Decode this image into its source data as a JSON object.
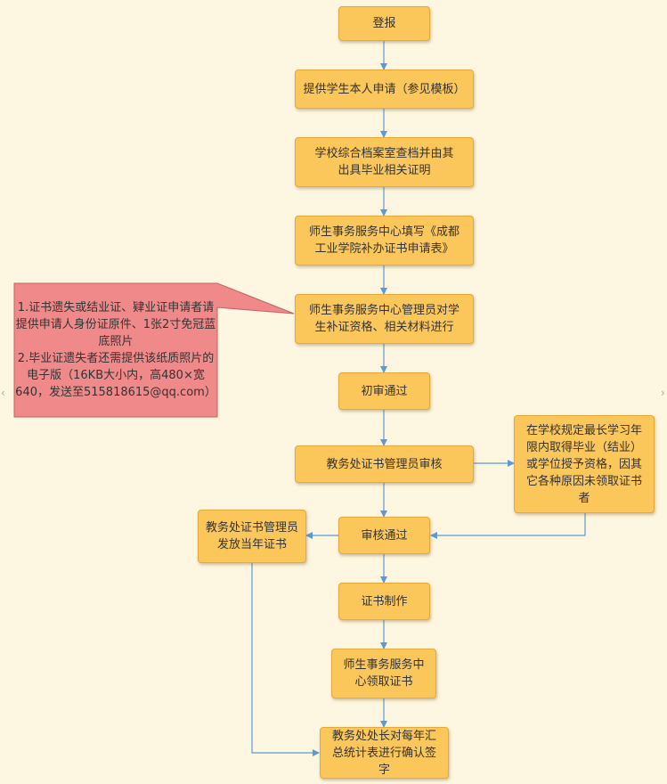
{
  "nodes": {
    "n1": "登报",
    "n2": "提供学生本人申请（参见模板）",
    "n3": "学校综合档案室查档并由其出具毕业相关证明",
    "n4": "师生事务服务中心填写《成都工业学院补办证书申请表》",
    "n5": "师生事务服务中心管理员对学生补证资格、相关材料进行",
    "n6": "初审通过",
    "n7": "教务处证书管理员审核",
    "n8": "在学校规定最长学习年限内取得毕业（结业）或学位授予资格，因其它各种原因未领取证书者",
    "n9": "审核通过",
    "n10": "教务处证书管理员发放当年证书",
    "n11": "证书制作",
    "n12": "师生事务服务中心领取证书",
    "n13": "教务处处长对每年汇总统计表进行确认签字"
  },
  "callout": "1.证书遗失或结业证、肄业证申请者请提供申请人身份证原件、1张2寸免冠蓝底照片\n2.毕业证遗失者还需提供该纸质照片的电子版（16KB大小内，高480×宽640，发送至515818615@qq.com）",
  "colors": {
    "background": "#fdf6e0",
    "box_fill": "#fbc65a",
    "box_border": "#e3a93a",
    "callout_fill": "#f08a8a",
    "arrow": "#5b9bd5"
  }
}
